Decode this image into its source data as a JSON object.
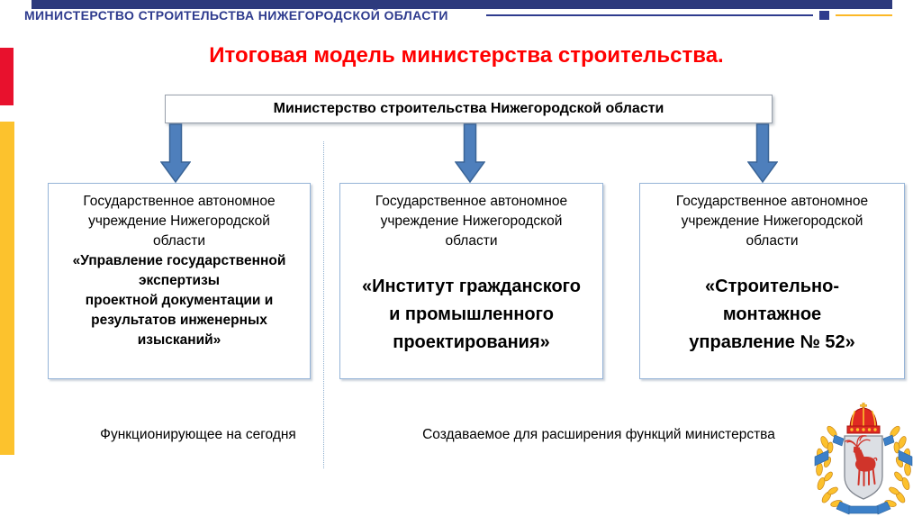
{
  "header": {
    "title": "МИНИСТЕРСТВО СТРОИТЕЛЬСТВА НИЖЕГОРОДСКОЙ ОБЛАСТИ"
  },
  "title": "Итоговая модель министерства строительства.",
  "diagram": {
    "root": "Министерство строительства Нижегородской области",
    "boxes": [
      {
        "intro": "Государственное автономное\nучреждение Нижегородской\nобласти",
        "name": "«Управление государственной\nэкспертизы\nпроектной документации и\nрезультатов инженерных\nизысканий»"
      },
      {
        "intro": "Государственное автономное\nучреждение Нижегородской\nобласти",
        "name": "«Институт гражданского\nи промышленного\nпроектирования»"
      },
      {
        "intro": "Государственное автономное\nучреждение Нижегородской\nобласти",
        "name": "«Строительно-\nмонтажное\nуправление № 52»"
      }
    ]
  },
  "footer": {
    "left": "Функционирующее на сегодня",
    "right": "Создаваемое для расширения функций министерства"
  },
  "emblem_icon": "nizhny-novgorod-oblast-coat-of-arms",
  "colors": {
    "header_navy": "#2e3b8e",
    "top_bar_navy": "#2d3a7d",
    "title_red": "#ff0000",
    "accent_red_bar": "#e8112d",
    "accent_yellow_bar": "#fcc22d",
    "accent_yellow_rule": "#fcb826",
    "arrow_fill": "#4e7fbc",
    "arrow_stroke": "#3a6496",
    "box_border": "#95b3d7"
  }
}
